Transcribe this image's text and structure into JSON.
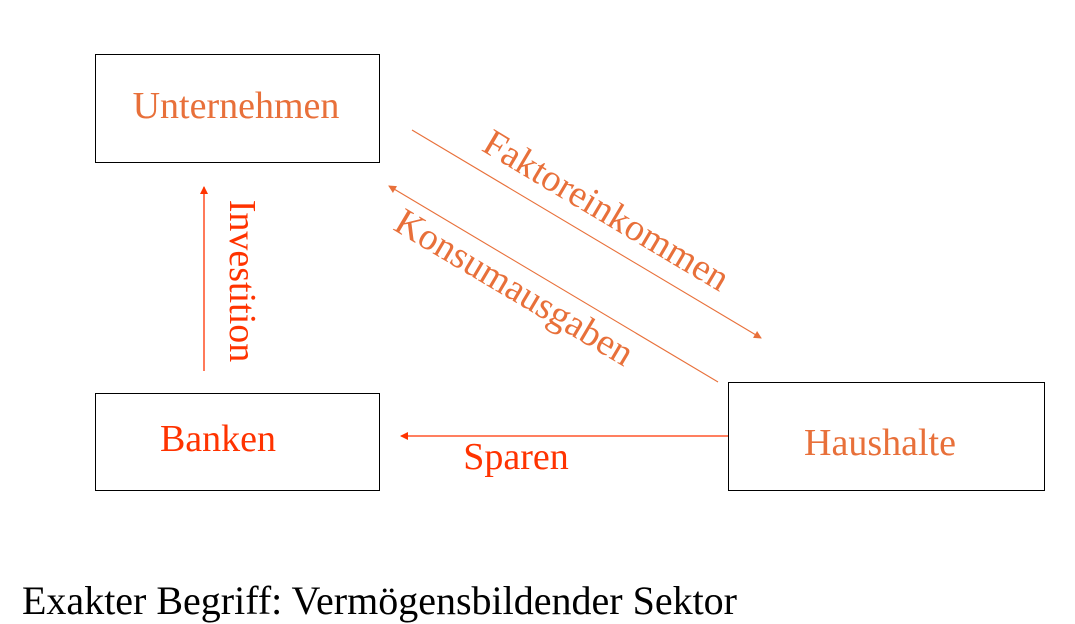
{
  "nodes": {
    "unternehmen": "Unternehmen",
    "banken": "Banken",
    "haushalte": "Haushalte"
  },
  "flows": {
    "investition": "Investition",
    "faktoreinkommen": "Faktoreinkommen",
    "konsumausgaben": "Konsumausgaben",
    "sparen": "Sparen"
  },
  "footer": "Exakter Begriff: Vermögensbildender Sektor",
  "colors": {
    "orange": "#E8703A",
    "red": "#FF3300",
    "border": "#000000"
  }
}
